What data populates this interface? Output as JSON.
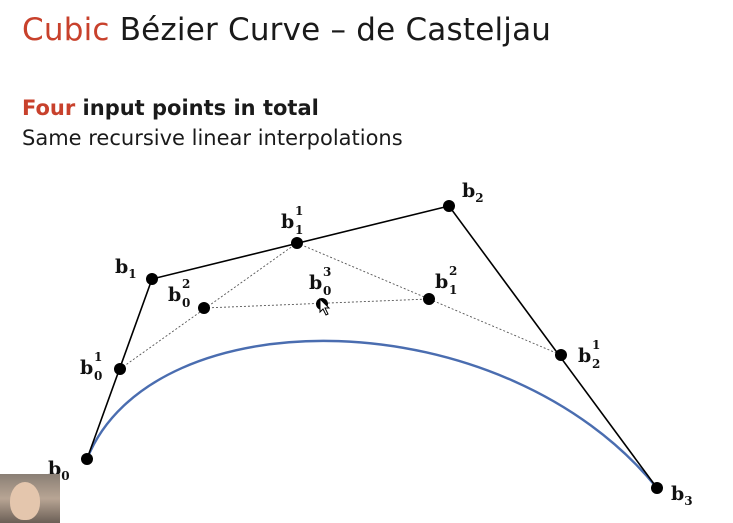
{
  "title": {
    "accent": "Cubic",
    "rest": " Bézier Curve – de Casteljau"
  },
  "subtitle": {
    "accent": "Four",
    "rest": " input points in total"
  },
  "line2": "Same recursive linear interpolations",
  "colors": {
    "accent": "#c8412c",
    "curve": "#4a6db0",
    "polygon": "#000000",
    "construction": "#555555"
  },
  "points": {
    "b0": {
      "base": "b",
      "sub": "0",
      "sup": ""
    },
    "b1": {
      "base": "b",
      "sub": "1",
      "sup": ""
    },
    "b2": {
      "base": "b",
      "sub": "2",
      "sup": ""
    },
    "b3": {
      "base": "b",
      "sub": "3",
      "sup": ""
    },
    "b0_1": {
      "base": "b",
      "sub": "0",
      "sup": "1"
    },
    "b1_1": {
      "base": "b",
      "sub": "1",
      "sup": "1"
    },
    "b2_1": {
      "base": "b",
      "sub": "2",
      "sup": "1"
    },
    "b0_2": {
      "base": "b",
      "sub": "0",
      "sup": "2"
    },
    "b1_2": {
      "base": "b",
      "sub": "1",
      "sup": "2"
    },
    "b0_3": {
      "base": "b",
      "sub": "0",
      "sup": "3"
    }
  }
}
